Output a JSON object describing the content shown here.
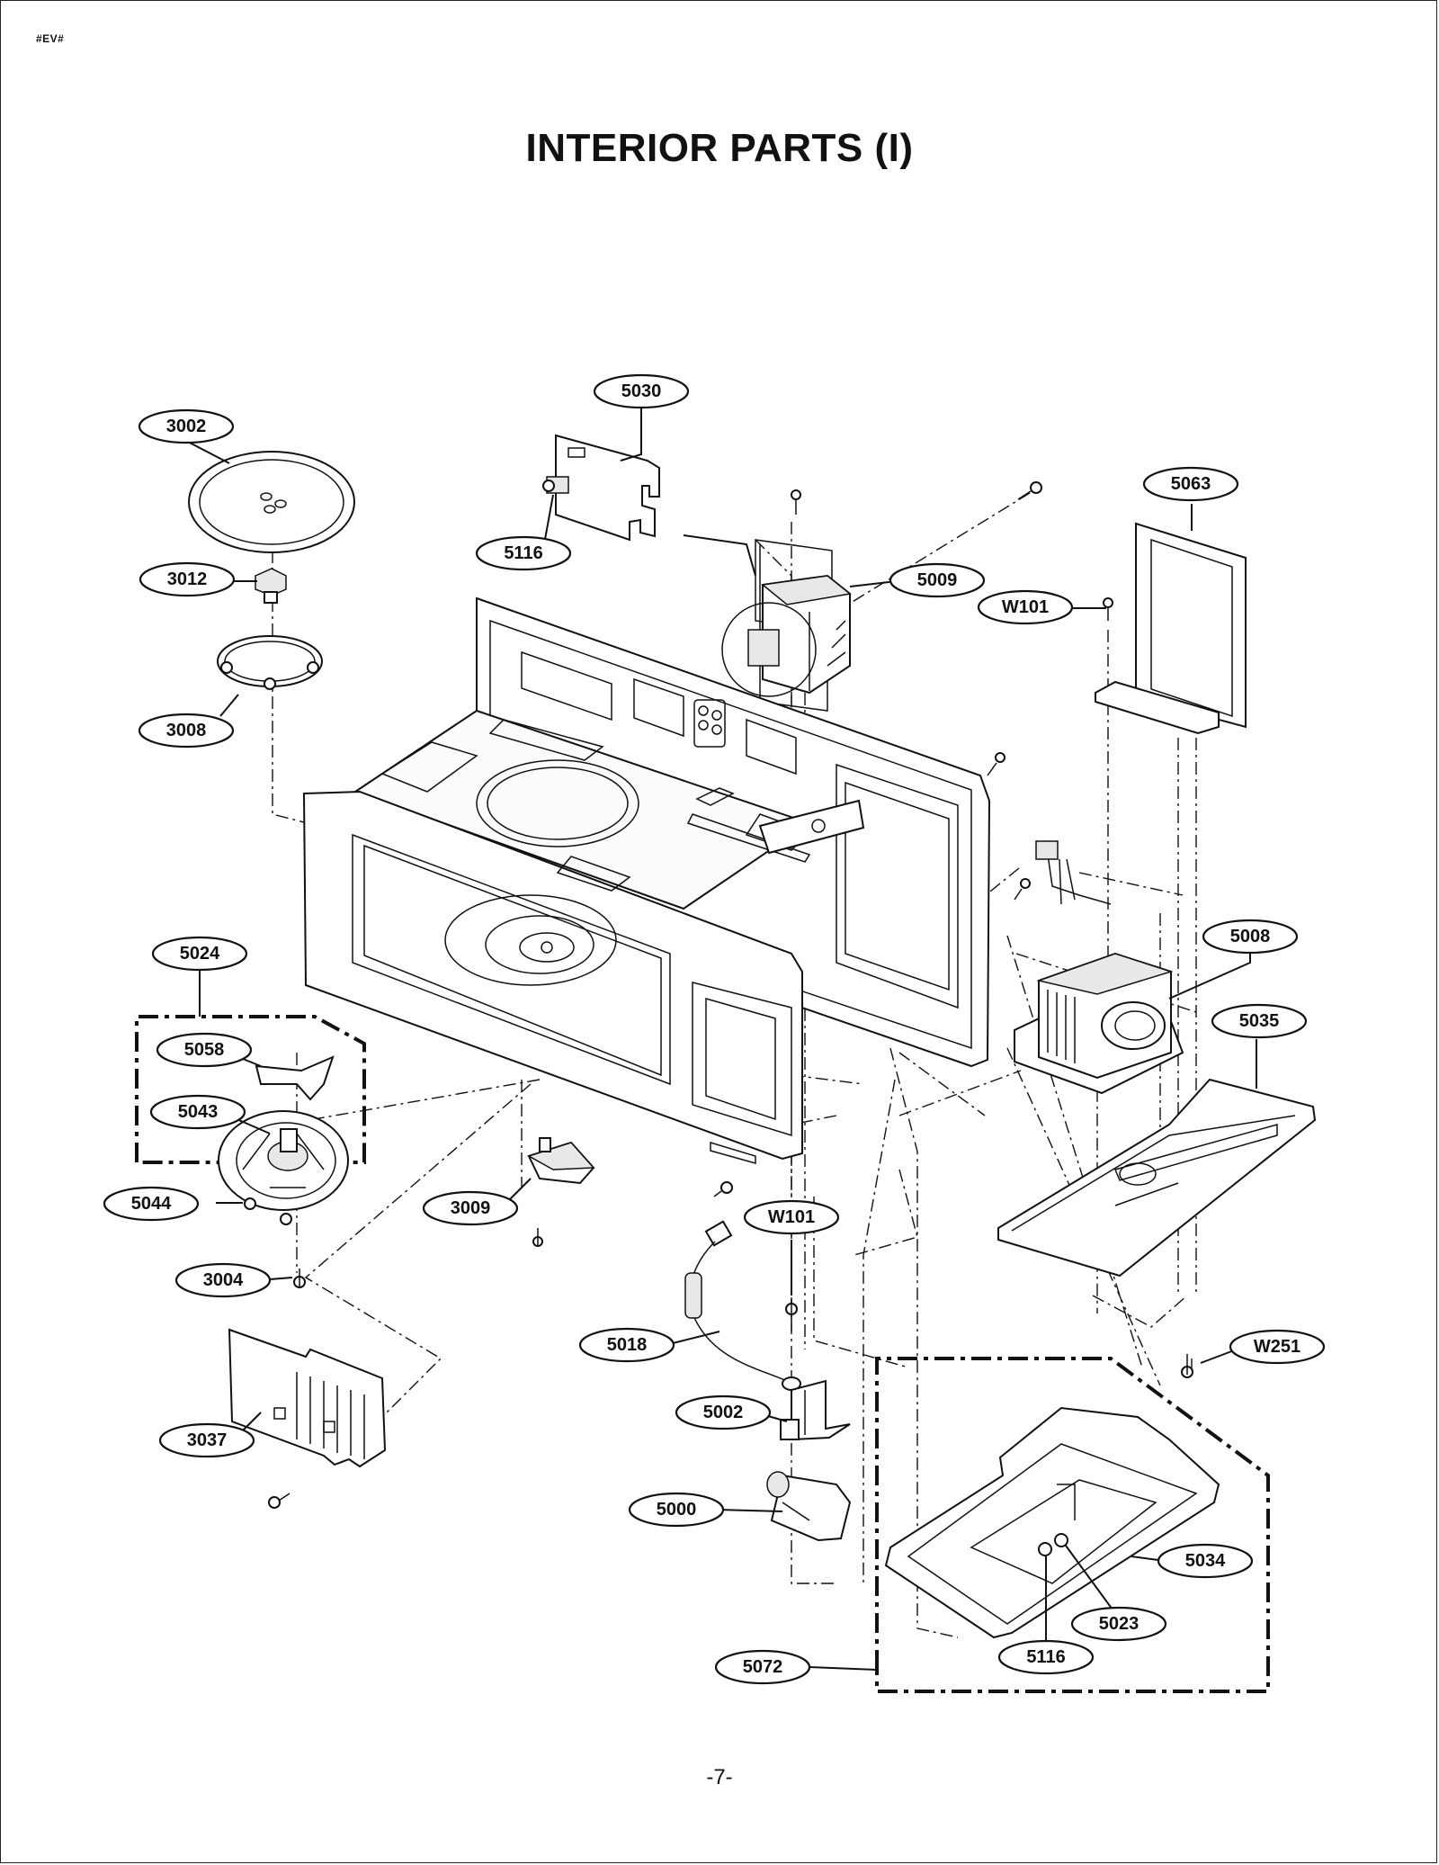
{
  "header": {
    "code": "#EV#",
    "title": "INTERIOR PARTS (I)"
  },
  "footer": {
    "page_number": "-7-"
  },
  "callouts": [
    {
      "id": "c-5030",
      "label": "5030"
    },
    {
      "id": "c-3002",
      "label": "3002"
    },
    {
      "id": "c-5116a",
      "label": "5116"
    },
    {
      "id": "c-3012",
      "label": "3012"
    },
    {
      "id": "c-5063",
      "label": "5063"
    },
    {
      "id": "c-5009",
      "label": "5009"
    },
    {
      "id": "c-W101a",
      "label": "W101"
    },
    {
      "id": "c-3008",
      "label": "3008"
    },
    {
      "id": "c-5008",
      "label": "5008"
    },
    {
      "id": "c-5024",
      "label": "5024"
    },
    {
      "id": "c-5035",
      "label": "5035"
    },
    {
      "id": "c-5058",
      "label": "5058"
    },
    {
      "id": "c-5043",
      "label": "5043"
    },
    {
      "id": "c-5044",
      "label": "5044"
    },
    {
      "id": "c-3009",
      "label": "3009"
    },
    {
      "id": "c-W101b",
      "label": "W101"
    },
    {
      "id": "c-3004",
      "label": "3004"
    },
    {
      "id": "c-5018",
      "label": "5018"
    },
    {
      "id": "c-W251",
      "label": "W251"
    },
    {
      "id": "c-5002",
      "label": "5002"
    },
    {
      "id": "c-3037",
      "label": "3037"
    },
    {
      "id": "c-5000",
      "label": "5000"
    },
    {
      "id": "c-5034",
      "label": "5034"
    },
    {
      "id": "c-5023",
      "label": "5023"
    },
    {
      "id": "c-5116b",
      "label": "5116"
    },
    {
      "id": "c-5072",
      "label": "5072"
    }
  ]
}
